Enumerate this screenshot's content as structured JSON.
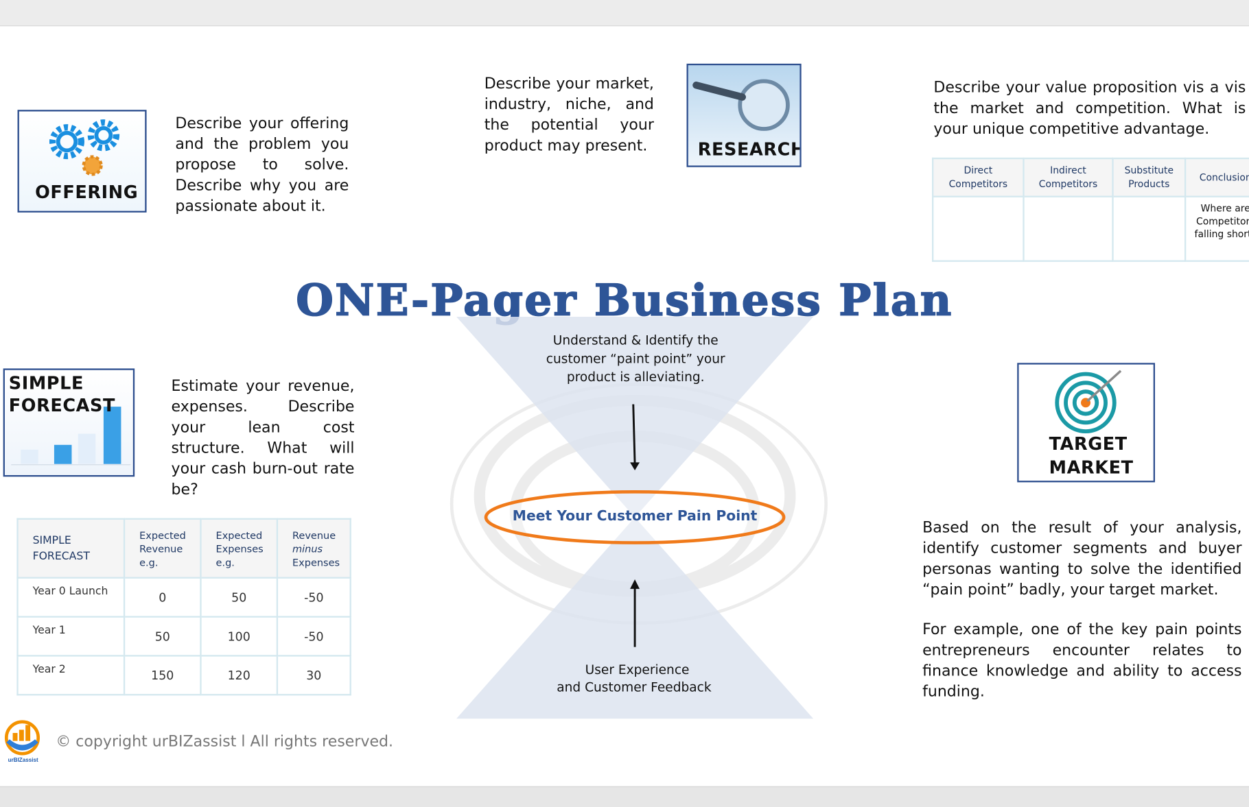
{
  "title": "ONE-Pager Business Plan",
  "offering": {
    "icon_label": "OFFERING",
    "icon": "gears-icon",
    "text": "Describe your offering and the problem you propose to solve. Describe why you are passionate about it."
  },
  "research": {
    "icon_label": "RESEARCH",
    "icon": "magnifying-glass-icon",
    "text": "Describe your market, industry, niche, and the potential your product may present."
  },
  "value": {
    "text": "Describe your value proposition vis a vis the market and competition. What is your unique competitive advantage."
  },
  "competitors_table": {
    "headers": [
      "Direct Competitors",
      "Indirect Competitors",
      "Substitute Products",
      "Conclusion"
    ],
    "row": [
      "",
      "",
      "",
      "Where are Competitors falling short?"
    ]
  },
  "forecast": {
    "icon_label_1": "SIMPLE",
    "icon_label_2": "FORECAST",
    "icon": "bar-chart-icon",
    "text": "Estimate your revenue, expenses. Describe your lean cost structure. What will your cash burn-out rate be?"
  },
  "forecast_table": {
    "headers": [
      "SIMPLE FORECAST",
      "Expected Revenue e.g.",
      "Expected Expenses e.g.",
      "Revenue",
      "minus",
      "Expenses"
    ],
    "rows": [
      [
        "Year 0 Launch",
        "0",
        "50",
        "-50"
      ],
      [
        "Year 1",
        "50",
        "100",
        "-50"
      ],
      [
        "Year 2",
        "150",
        "120",
        "30"
      ]
    ]
  },
  "diagram": {
    "top_text": "Understand & Identify the customer “paint point” your product is alleviating.",
    "center_text": "Meet Your Customer Pain Point",
    "bottom_text_1": "User Experience",
    "bottom_text_2": "and Customer Feedback"
  },
  "target": {
    "icon_label_1": "TARGET",
    "icon_label_2": "MARKET",
    "icon": "target-icon",
    "text_1": "Based on the result of your analysis, identify customer segments and buyer personas wanting to solve the identified “pain point” badly, your target market.",
    "text_2": "For example, one of the key pain points entrepreneurs encounter relates to finance knowledge and ability to access funding."
  },
  "footer": {
    "copyright": "© copyright urBIZassist l All rights reserved.",
    "logo_text": "urBIZassist"
  },
  "colors": {
    "title": "#2e5597",
    "accent": "#f07a1a",
    "border": "#2e4f8f",
    "hourglass": "#dde4f0"
  }
}
